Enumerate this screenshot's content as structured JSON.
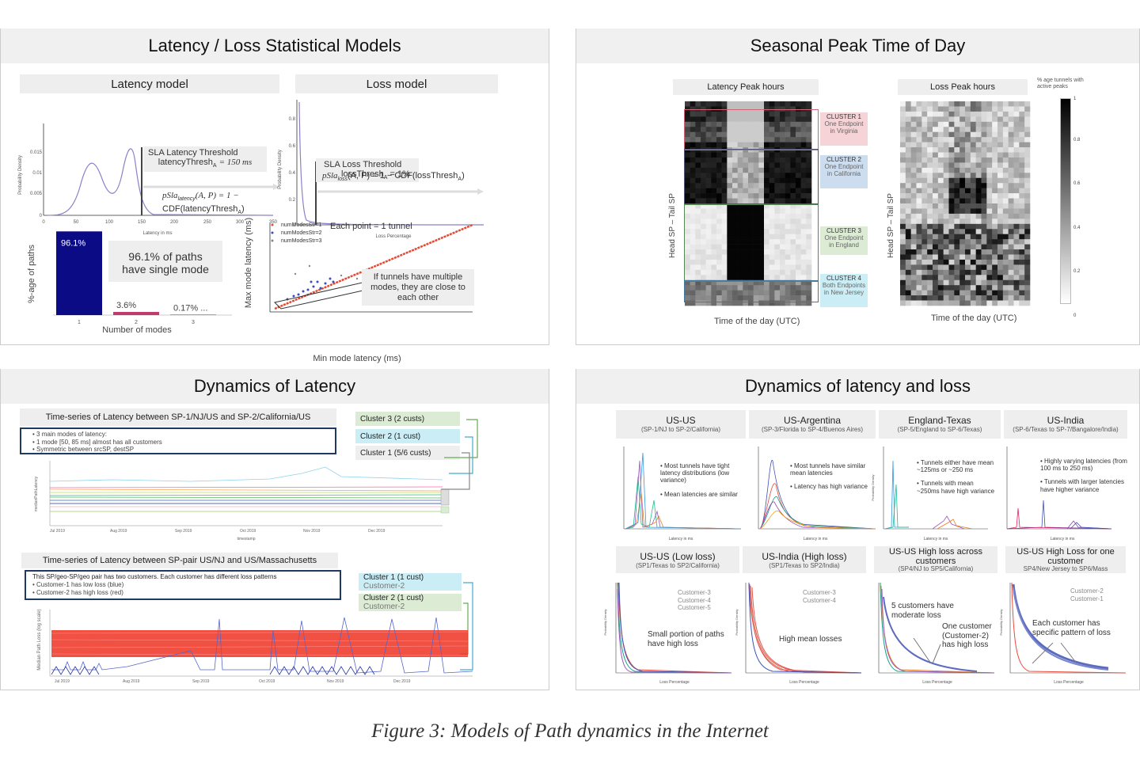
{
  "panels": {
    "p1": {
      "title": "Latency / Loss Statistical Models",
      "latency_model": {
        "header": "Latency model",
        "sla_title": "SLA Latency Threshold",
        "sla_value": "latencyThresh",
        "sla_sub": "A",
        "sla_eq": "= 150 ms",
        "formula": "pSla",
        "formula_sub": "latency",
        "formula_rest": "(A, P) = 1 −",
        "formula_cdf": "CDF(latencyThresh",
        "xlabel": "Latency in ms",
        "ylabel": "Probability Density",
        "xticks": [
          "0",
          "50",
          "100",
          "150",
          "200",
          "250",
          "300",
          "350"
        ],
        "yticks": [
          "0.015",
          "0.01",
          "0.005",
          "0"
        ]
      },
      "loss_model": {
        "header": "Loss model",
        "sla_title": "SLA Loss Threshold",
        "sla_value": "lossThresh",
        "sla_sub": "A",
        "sla_eq": "= 1%",
        "formula": "pSla",
        "formula_sub": "loss",
        "formula_rest": "(A, P) = 1 − CDF(lossThresh",
        "xlabel": "Loss Percentage",
        "ylabel": "Probability Density",
        "yticks": [
          "0.8",
          "0.6",
          "0.4",
          "0.2",
          "0"
        ]
      },
      "modes_bar": {
        "ylabel": "%-age of paths",
        "xlabel": "Number of modes",
        "note": "96.1% of paths have single mode"
      },
      "scatter": {
        "ylabel": "Max mode latency (ms)",
        "xlabel": "Min mode latency (ms)",
        "note1": "Each point = 1 tunnel",
        "note2": "If tunnels have multiple modes, they are close to each other",
        "legend": [
          "numModesStr=1",
          "numModesStr=2",
          "numModesStr=3"
        ]
      }
    },
    "p2": {
      "title": "Seasonal Peak Time of Day",
      "lat_header": "Latency Peak hours",
      "loss_header": "Loss Peak hours",
      "ylabel": "Head SP – Tail SP",
      "xlabel": "Time of the day (UTC)",
      "colorbar_title": "% age tunnels with active peaks",
      "colorbar_ticks": [
        "1",
        "0.8",
        "0.6",
        "0.4",
        "0.2",
        "0"
      ],
      "clusters": [
        {
          "name": "CLUSTER 1",
          "desc": "One Endpoint in Virginia"
        },
        {
          "name": "CLUSTER 2",
          "desc": "One Endpoint in California"
        },
        {
          "name": "CLUSTER 3",
          "desc": "One Endpoint in England"
        },
        {
          "name": "CLUSTER 4",
          "desc": "Both Endpoints in New Jersey"
        }
      ]
    },
    "p3": {
      "title": "Dynamics of Latency",
      "ts1_title": "Time-series of Latency between SP-1/NJ/US and SP-2/California/US",
      "ts1_notes": [
        "3 main modes of latency:",
        "1 mode [50, 85 ms] almost has all customers",
        "Symmetric between srcSP, destSP"
      ],
      "ts1_clusters": [
        "Cluster 3 (2 custs)",
        "Cluster 2 (1 cust)",
        "Cluster 1 (5/6 custs)"
      ],
      "ts1_xlabel": "timestamp",
      "ts1_ylabel": "medianPathLatency",
      "ts1_xticks": [
        "Jul 2019",
        "Aug 2019",
        "Sep 2019",
        "Oct 2019",
        "Nov 2019",
        "Dec 2019"
      ],
      "ts2_title": "Time-series of Latency between SP-pair US/NJ and US/Massachusetts",
      "ts2_notes": [
        "This SP/geo-SP/geo pair has two customers. Each customer has different loss patterns",
        "Customer-1 has low loss (blue)",
        "Customer-2 has high loss (red)"
      ],
      "ts2_clusters": [
        {
          "a": "Cluster 1 (1 cust)",
          "b": "Customer-2"
        },
        {
          "a": "Cluster 2 (1 cust)",
          "b": "Customer-2"
        }
      ],
      "ts2_ylabel": "Median Path Loss (log scale)",
      "ts2_xticks": [
        "Jul 2019",
        "Aug 2019",
        "Sep 2019",
        "Oct 2019",
        "Nov 2019",
        "Dec 2019"
      ]
    },
    "p4": {
      "title": "Dynamics of latency and loss",
      "regions_top": [
        {
          "name": "US-US",
          "sub": "(SP-1/NJ to SP-2/California)",
          "notes": [
            "Most tunnels have tight latency distributions (low variance)",
            "Mean latencies are similar"
          ]
        },
        {
          "name": "US-Argentina",
          "sub": "(SP-3/Florida to SP-4/Buenos Aires)",
          "notes": [
            "Most tunnels have similar mean latencies",
            "Latency has high variance"
          ]
        },
        {
          "name": "England-Texas",
          "sub": "(SP-5/England to SP-6/Texas)",
          "notes": [
            "Tunnels either have mean ~125ms or ~250 ms",
            "Tunnels with mean ~250ms have high variance"
          ]
        },
        {
          "name": "US-India",
          "sub": "(SP-6/Texas to SP-7/Bangalore/India)",
          "notes": [
            "Highly varying latencies (from 100 ms to 250 ms)",
            "Tunnels with larger latencies have higher variance"
          ]
        }
      ],
      "regions_bottom": [
        {
          "name": "US-US (Low loss)",
          "sub": "(SP1/Texas to SP2/California)",
          "legend": [
            "Customer-3",
            "Customer-4",
            "Customer-5"
          ],
          "note": "Small portion of paths have high loss"
        },
        {
          "name": "US-India (High loss)",
          "sub": "(SP1/Texas to SP2/India)",
          "legend": [
            "Customer-3",
            "Customer-4"
          ],
          "note": "High mean losses"
        },
        {
          "name": "US-US High loss across customers",
          "sub": "(SP4/NJ to SP5/California)",
          "legend": [],
          "note": "5 customers have moderate loss",
          "note2": "One customer (Customer-2) has high loss"
        },
        {
          "name": "US-US High Loss for one customer",
          "sub": "SP4/New Jersey to SP6/Mass",
          "legend": [
            "Customer-2",
            "Customer-1"
          ],
          "note": "Each customer has specific pattern of loss"
        }
      ],
      "lat_xlabel": "Latency in ms",
      "loss_xlabel": "Loss Percentage",
      "ylabel": "Probability Density"
    }
  },
  "caption": "Figure 3: Models of Path dynamics in the Internet",
  "chart_data": [
    {
      "type": "bar",
      "categories": [
        "1",
        "2",
        "3"
      ],
      "values": [
        96.1,
        3.6,
        0.17
      ],
      "data_labels": [
        "96.1%",
        "3.6%",
        "0.17% ..."
      ],
      "xlabel": "Number of modes",
      "ylabel": "%-age of paths",
      "colors": [
        "#0b0b85",
        "#c0396b",
        "#c0396b"
      ]
    }
  ]
}
